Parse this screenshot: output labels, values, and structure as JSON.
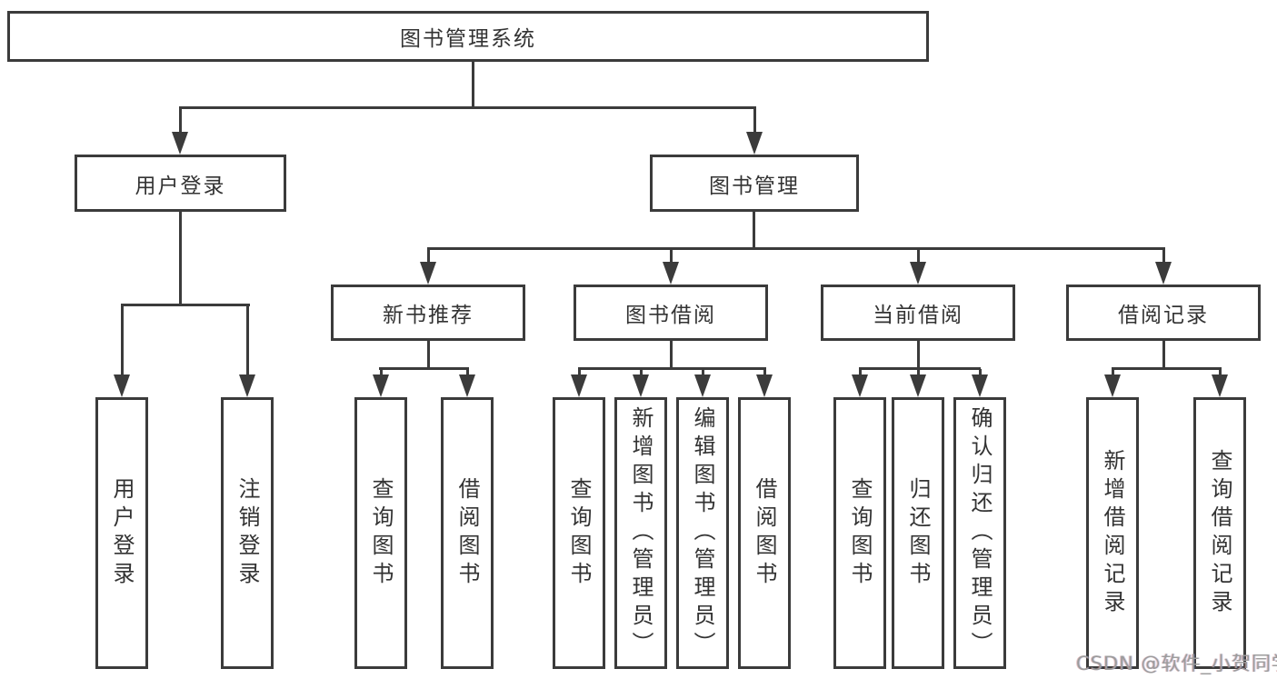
{
  "diagram_type": "functional-structure-tree",
  "colors": {
    "line": "#3b3b3b",
    "text": "#333333",
    "background": "#ffffff",
    "watermark": "#9c9c9c"
  },
  "tree": {
    "label": "图书管理系统",
    "children": [
      {
        "label": "用户登录",
        "children": [
          {
            "label": "用户登录"
          },
          {
            "label": "注销登录"
          }
        ]
      },
      {
        "label": "图书管理",
        "children": [
          {
            "label": "新书推荐",
            "children": [
              {
                "label": "查询图书"
              },
              {
                "label": "借阅图书"
              }
            ]
          },
          {
            "label": "图书借阅",
            "children": [
              {
                "label": "查询图书"
              },
              {
                "label": "新增图书（管理员）"
              },
              {
                "label": "编辑图书（管理员）"
              },
              {
                "label": "借阅图书"
              }
            ]
          },
          {
            "label": "当前借阅",
            "children": [
              {
                "label": "查询图书"
              },
              {
                "label": "归还图书"
              },
              {
                "label": "确认归还（管理员）"
              }
            ]
          },
          {
            "label": "借阅记录",
            "children": [
              {
                "label": "新增借阅记录"
              },
              {
                "label": "查询借阅记录"
              }
            ]
          }
        ]
      }
    ]
  },
  "watermark": {
    "text": "CSDN @软件_小贺同学"
  }
}
